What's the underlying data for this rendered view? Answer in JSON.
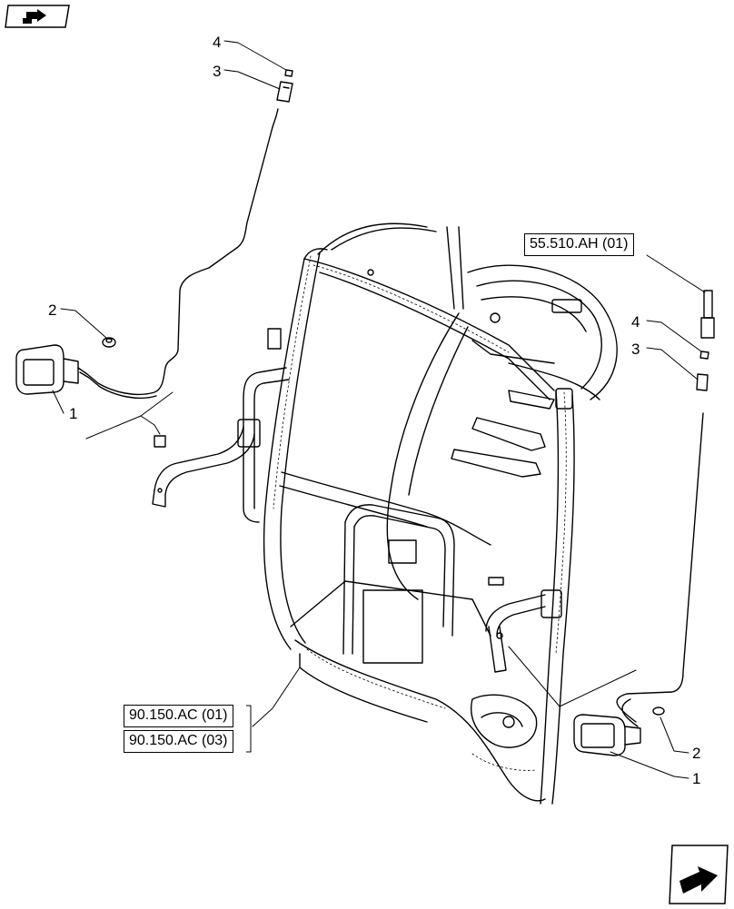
{
  "references": {
    "ref_top_right": "55.510.AH (01)",
    "ref_bottom_1": "90.150.AC (01)",
    "ref_bottom_2": "90.150.AC (03)"
  },
  "callouts": {
    "left_4": "4",
    "left_3": "3",
    "left_2": "2",
    "left_1": "1",
    "right_4": "4",
    "right_3": "3",
    "right_2": "2",
    "right_1": "1"
  },
  "icons": {
    "top_left": "book-arrow-icon",
    "bottom_right": "next-page-arrow-icon"
  }
}
